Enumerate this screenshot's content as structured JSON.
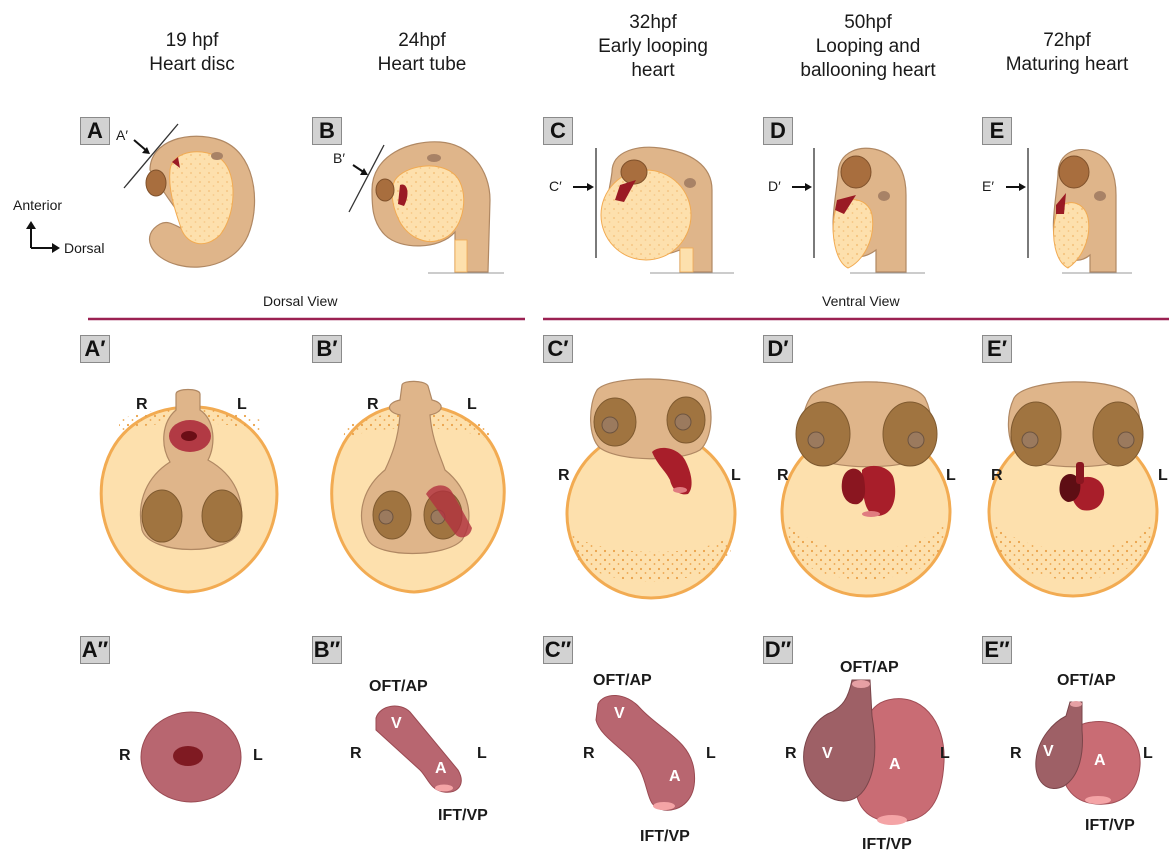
{
  "columns": [
    {
      "time": "19 hpf",
      "name": "Heart disc"
    },
    {
      "time": "24hpf",
      "name": "Heart tube"
    },
    {
      "time": "32hpf",
      "name": "Early looping heart"
    },
    {
      "time": "50hpf",
      "name": "Looping and ballooning heart"
    },
    {
      "time": "72hpf",
      "name": "Maturing heart"
    }
  ],
  "row1_badges": [
    "A",
    "B",
    "C",
    "D",
    "E"
  ],
  "row1_arrows": [
    "A′",
    "B′",
    "C′",
    "D′",
    "E′"
  ],
  "row2_badges": [
    "A′",
    "B′",
    "C′",
    "D′",
    "E′"
  ],
  "row3_badges": [
    "A″",
    "B″",
    "C″",
    "D″",
    "E″"
  ],
  "orientation": {
    "anterior": "Anterior",
    "dorsal": "Dorsal"
  },
  "views": {
    "left": "Dorsal View",
    "right": "Ventral View"
  },
  "sides": {
    "right": "R",
    "left": "L"
  },
  "chambers": {
    "ventricle": "V",
    "atrium": "A"
  },
  "poles": {
    "arterial": "OFT/AP",
    "venous": "IFT/VP"
  },
  "colors": {
    "divider": "#9b2152",
    "tissue": "#dfb58a",
    "yolk": "#fde0ad",
    "yolk_border": "#f2ab52",
    "eye": "#a86e3e",
    "heart_light": "#c96c74",
    "heart_dark": "#9a1a24"
  }
}
